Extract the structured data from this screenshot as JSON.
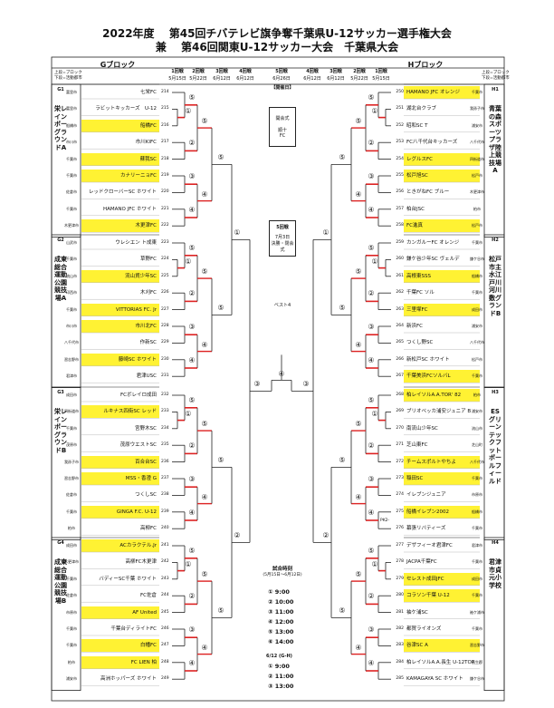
{
  "title_line1": "2022年度　 第45回チバテレビ旗争奪千葉県U-12サッカー選手権大会",
  "title_line2": "兼　 第46回関東U-12サッカー大会　千葉県大会",
  "left_block": "Gブロック",
  "right_block": "Hブロック",
  "left_side_note": [
    "上段=ブロック",
    "下段=活動都市"
  ],
  "right_side_note": [
    "上段=ブロック",
    "下段=活動都市"
  ],
  "rounds_left": [
    {
      "name": "1回戦",
      "date": "5月15日"
    },
    {
      "name": "2回戦",
      "date": "5月22日"
    },
    {
      "name": "3回戦",
      "date": "6月12日"
    },
    {
      "name": "4回戦",
      "date": "6月12日"
    }
  ],
  "rounds_center": {
    "name": "5回戦",
    "date": "6月26日"
  },
  "rounds_right": [
    {
      "name": "4回戦",
      "date": "6月12日"
    },
    {
      "name": "3回戦",
      "date": "6月12日"
    },
    {
      "name": "2回戦",
      "date": "5月22日"
    },
    {
      "name": "1回戦",
      "date": "5月15日"
    }
  ],
  "center": {
    "label1": "【開催日】",
    "box1": [
      "開会式",
      "順十",
      "FC"
    ],
    "box2_title": "5回戦",
    "box2": [
      "7月3日",
      "決勝・閉会式"
    ],
    "best4": "ベスト4",
    "schedule_title": "試合時刻",
    "schedule_sub": "(5月15日～6月12日)",
    "schedule": [
      "① 9:00",
      "② 10:00",
      "③ 11:00",
      "④ 12:00",
      "⑤ 13:00",
      "⑥ 14:00"
    ],
    "schedule2_title": "6/12 (G-H)",
    "schedule2": [
      "① 9:00",
      "② 11:00",
      "③ 13:00"
    ],
    "final_marker": "④"
  },
  "left_groups": [
    {
      "code": "G1",
      "venue": "栄レインボーグラウンドA",
      "teams": [
        {
          "no": "214",
          "name": "七栄FC",
          "pref": "富里市",
          "hl": false
        },
        {
          "no": "215",
          "name": "ラビットキッカーズ　U-12",
          "pref": "富里市",
          "hl": false
        },
        {
          "no": "216",
          "name": "船橋FC",
          "pref": "船橋市",
          "hl": true
        },
        {
          "no": "217",
          "name": "市川KIFC",
          "pref": "市川市",
          "hl": false
        },
        {
          "no": "218",
          "name": "蘇我SC",
          "pref": "千葉市",
          "hl": true
        },
        {
          "no": "219",
          "name": "カナリーニョFC",
          "pref": "千葉市",
          "hl": true
        },
        {
          "no": "220",
          "name": "レッドクローバーSC ホワイト",
          "pref": "佐倉市",
          "hl": false
        },
        {
          "no": "221",
          "name": "HAMANO JFC ホワイト",
          "pref": "千葉市",
          "hl": false
        },
        {
          "no": "222",
          "name": "木更津FC",
          "pref": "木更津市",
          "hl": true
        }
      ]
    },
    {
      "code": "G2",
      "venue": "成東総合運動公園競技場A",
      "teams": [
        {
          "no": "223",
          "name": "ウレシエン ト成東",
          "pref": "山武市",
          "hl": false
        },
        {
          "no": "224",
          "name": "草野FC",
          "pref": "千葉市",
          "hl": false
        },
        {
          "no": "225",
          "name": "流山貿少年SC",
          "pref": "流山市",
          "hl": true
        },
        {
          "no": "226",
          "name": "木刈FC",
          "pref": "印西市",
          "hl": false
        },
        {
          "no": "227",
          "name": "VITTORIAS FC. Jr",
          "pref": "千葉市",
          "hl": true
        },
        {
          "no": "228",
          "name": "市川北FC",
          "pref": "市川市",
          "hl": true
        },
        {
          "no": "229",
          "name": "作新SC",
          "pref": "八千代市",
          "hl": false
        },
        {
          "no": "230",
          "name": "藤崎SC ホワイト",
          "pref": "習志野市",
          "hl": true
        },
        {
          "no": "231",
          "name": "君津USC",
          "pref": "君津市",
          "hl": false
        }
      ]
    },
    {
      "code": "G3",
      "venue": "栄レインボーグラウンドB",
      "teams": [
        {
          "no": "232",
          "name": "FCボレイロ成田",
          "pref": "成田市",
          "hl": false
        },
        {
          "no": "233",
          "name": "ルキナス四街SC レッド",
          "pref": "四街道市",
          "hl": true
        },
        {
          "no": "234",
          "name": "宮野木SC",
          "pref": "千葉市",
          "hl": false
        },
        {
          "no": "235",
          "name": "茂原ウエストSC",
          "pref": "茂原市",
          "hl": false
        },
        {
          "no": "236",
          "name": "百合台SC",
          "pref": "我孫子市",
          "hl": true
        },
        {
          "no": "237",
          "name": "MSS・香澄 G",
          "pref": "習志野市",
          "hl": true
        },
        {
          "no": "238",
          "name": "つくしSC",
          "pref": "佐倉市",
          "hl": false
        },
        {
          "no": "239",
          "name": "GINGA F.C. U-12",
          "pref": "千葉市",
          "hl": true
        },
        {
          "no": "240",
          "name": "高柳FC",
          "pref": "柏市",
          "hl": false
        }
      ]
    },
    {
      "code": "G4",
      "venue": "成東総合運動公園競技場B",
      "teams": [
        {
          "no": "241",
          "name": "ACカラクテル.Jr",
          "pref": "成田市",
          "hl": true
        },
        {
          "no": "242",
          "name": "高柳FC木更津",
          "pref": "木更津市",
          "hl": false
        },
        {
          "no": "243",
          "name": "バディーSC千葉 ホワイト",
          "pref": "千葉市",
          "hl": false
        },
        {
          "no": "244",
          "name": "FC佐倉",
          "pref": "佐倉市",
          "hl": false
        },
        {
          "no": "245",
          "name": "AF United",
          "pref": "市原市",
          "hl": true
        },
        {
          "no": "246",
          "name": "千葉台ディライトFC",
          "pref": "千葉市",
          "hl": false
        },
        {
          "no": "247",
          "name": "白幡FC",
          "pref": "千葉市",
          "hl": true
        },
        {
          "no": "248",
          "name": "FC LIEN 柏",
          "pref": "柏市",
          "hl": true
        },
        {
          "no": "249",
          "name": "高洲ホッパーズ ホワイト",
          "pref": "浦安市",
          "hl": false
        }
      ]
    }
  ],
  "right_groups": [
    {
      "code": "H1",
      "venue": "青葉の森スポーツプラザ陸上競技場A",
      "teams": [
        {
          "no": "250",
          "name": "HAMANO JFC オレンジ",
          "pref": "千葉市",
          "hl": true
        },
        {
          "no": "251",
          "name": "湖北台クラブ",
          "pref": "我孫子市",
          "hl": false
        },
        {
          "no": "252",
          "name": "昭和SC T",
          "pref": "浦安市",
          "hl": false
        },
        {
          "no": "253",
          "name": "FC八千代台キッカーズ",
          "pref": "八千代市",
          "hl": false
        },
        {
          "no": "254",
          "name": "レグルスFC",
          "pref": "四街道市",
          "hl": true
        },
        {
          "no": "255",
          "name": "松戸旭SC",
          "pref": "松戸市",
          "hl": true
        },
        {
          "no": "256",
          "name": "ときがねFC ブルー",
          "pref": "木更津市",
          "hl": false
        },
        {
          "no": "257",
          "name": "柏台JSC",
          "pref": "柏市",
          "hl": false
        },
        {
          "no": "258",
          "name": "FC進真",
          "pref": "松戸市",
          "hl": true
        }
      ]
    },
    {
      "code": "H2",
      "venue": "松戸市主水江戸川河川敷グランドB",
      "teams": [
        {
          "no": "259",
          "name": "カンガルーFC オレンジ",
          "pref": "千葉市",
          "hl": false
        },
        {
          "no": "260",
          "name": "鎌ケ谷少年SC ヴェルデ",
          "pref": "鎌ケ谷市",
          "hl": false
        },
        {
          "no": "261",
          "name": "高根東SSS",
          "pref": "船橋市",
          "hl": true
        },
        {
          "no": "262",
          "name": "千葉FC ソル",
          "pref": "千葉市",
          "hl": false
        },
        {
          "no": "263",
          "name": "三里塚FC",
          "pref": "成田市",
          "hl": true
        },
        {
          "no": "264",
          "name": "新浜FC",
          "pref": "浦安市",
          "hl": false
        },
        {
          "no": "265",
          "name": "つくし野SC",
          "pref": "八千代市",
          "hl": false
        },
        {
          "no": "266",
          "name": "新松戸SC ホワイト",
          "pref": "松戸市",
          "hl": false
        },
        {
          "no": "267",
          "name": "千葉美浜FCソルバL",
          "pref": "千葉市",
          "hl": true
        }
      ]
    },
    {
      "code": "H3",
      "venue": "ESグリーンテックフットボールフィールド",
      "teams": [
        {
          "no": "268",
          "name": "柏レイソルA.A.TOR' 82",
          "pref": "柏市",
          "hl": true
        },
        {
          "no": "269",
          "name": "ブリオベッカ浦安ジュニア B",
          "pref": "浦安市",
          "hl": false
        },
        {
          "no": "270",
          "name": "南流山少年SC",
          "pref": "流山市",
          "hl": false
        },
        {
          "no": "271",
          "name": "芝山東FC",
          "pref": "芝山町",
          "hl": false
        },
        {
          "no": "272",
          "name": "チームスポルトやちよ",
          "pref": "八千代市",
          "hl": true
        },
        {
          "no": "273",
          "name": "稲田SC",
          "pref": "千葉市",
          "hl": true
        },
        {
          "no": "274",
          "name": "イレブンジュニア",
          "pref": "市原市",
          "hl": false
        },
        {
          "no": "275",
          "name": "船橋イレブン2002",
          "pref": "船橋市",
          "hl": true
        },
        {
          "no": "276",
          "name": "幕張リバティーズ",
          "pref": "千葉市",
          "hl": false
        }
      ]
    },
    {
      "code": "H4",
      "venue": "君津市貞元小学校",
      "teams": [
        {
          "no": "277",
          "name": "デザフィーオ君津FC",
          "pref": "君津市",
          "hl": false
        },
        {
          "no": "278",
          "name": "JACPA千葉FC",
          "pref": "千葉市",
          "hl": false
        },
        {
          "no": "279",
          "name": "セレスト成田JFC",
          "pref": "成田市",
          "hl": true
        },
        {
          "no": "280",
          "name": "コラソン千葉 U-12",
          "pref": "千葉市",
          "hl": true
        },
        {
          "no": "281",
          "name": "袖ケ浦SC",
          "pref": "袖ケ浦市",
          "hl": false
        },
        {
          "no": "282",
          "name": "都賀ライオンズ",
          "pref": "千葉市",
          "hl": false
        },
        {
          "no": "283",
          "name": "谷津SC A",
          "pref": "習志野市",
          "hl": true
        },
        {
          "no": "284",
          "name": "柏レイソルA.A.長生 U-12TOP",
          "pref": "長生郡",
          "hl": false
        },
        {
          "no": "285",
          "name": "KAMAGAYA SC ホワイト",
          "pref": "鎌ケ谷市",
          "hl": false
        }
      ]
    }
  ],
  "pk_note": "PK2-"
}
